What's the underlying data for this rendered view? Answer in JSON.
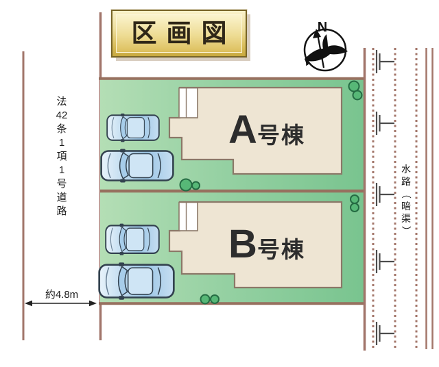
{
  "title": {
    "text": "区画図"
  },
  "compass": {
    "north_label": "N"
  },
  "road": {
    "label": "法42条1項1号道路",
    "label_chars": [
      "法",
      "42",
      "条",
      "1",
      "項",
      "1",
      "号",
      "道",
      "路"
    ],
    "width_label": "約4.8m"
  },
  "waterway": {
    "label": "水路（暗渠）",
    "label_chars": [
      "水",
      "路",
      "（",
      "暗",
      "渠",
      "）"
    ]
  },
  "plots": [
    {
      "id": "A",
      "label_big": "A",
      "label_small": "号棟"
    },
    {
      "id": "B",
      "label_big": "B",
      "label_small": "号棟"
    }
  ],
  "colors": {
    "plot_green_light": "#b2dcb2",
    "plot_green_dark": "#79c48f",
    "boundary_brown": "#97705f",
    "road_line": "#a1756a",
    "building_fill": "#eee5d3",
    "building_stroke": "#8b7868",
    "tree_green": "#57b877",
    "car_blue": "#b7d9f0",
    "gold": "#d9bc55",
    "ink": "#1c1c1c"
  }
}
